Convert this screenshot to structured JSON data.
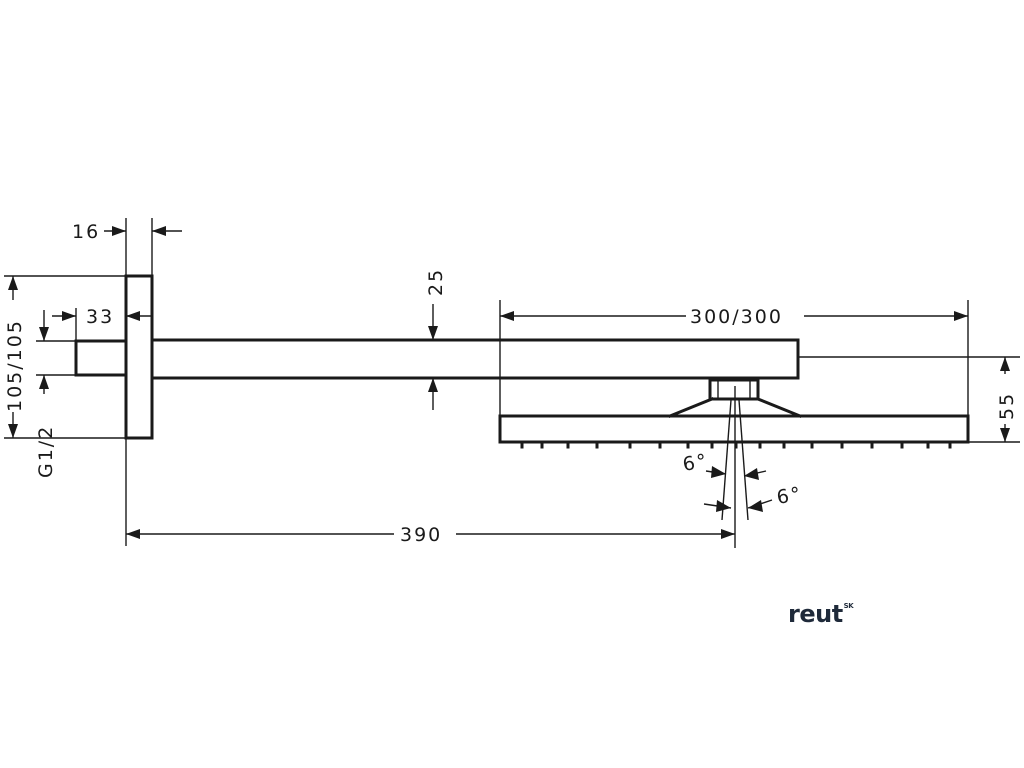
{
  "dimensions": {
    "flange_thickness": "16",
    "inlet_length": "33",
    "arm_height": "25",
    "head_size": "300/300",
    "flange_size": "105/105",
    "thread": "G1/2",
    "head_height": "55",
    "projection": "390",
    "tilt_angle_left": "6°",
    "tilt_angle_right": "6°"
  },
  "logo": {
    "text": "reut",
    "suffix": "SK"
  }
}
